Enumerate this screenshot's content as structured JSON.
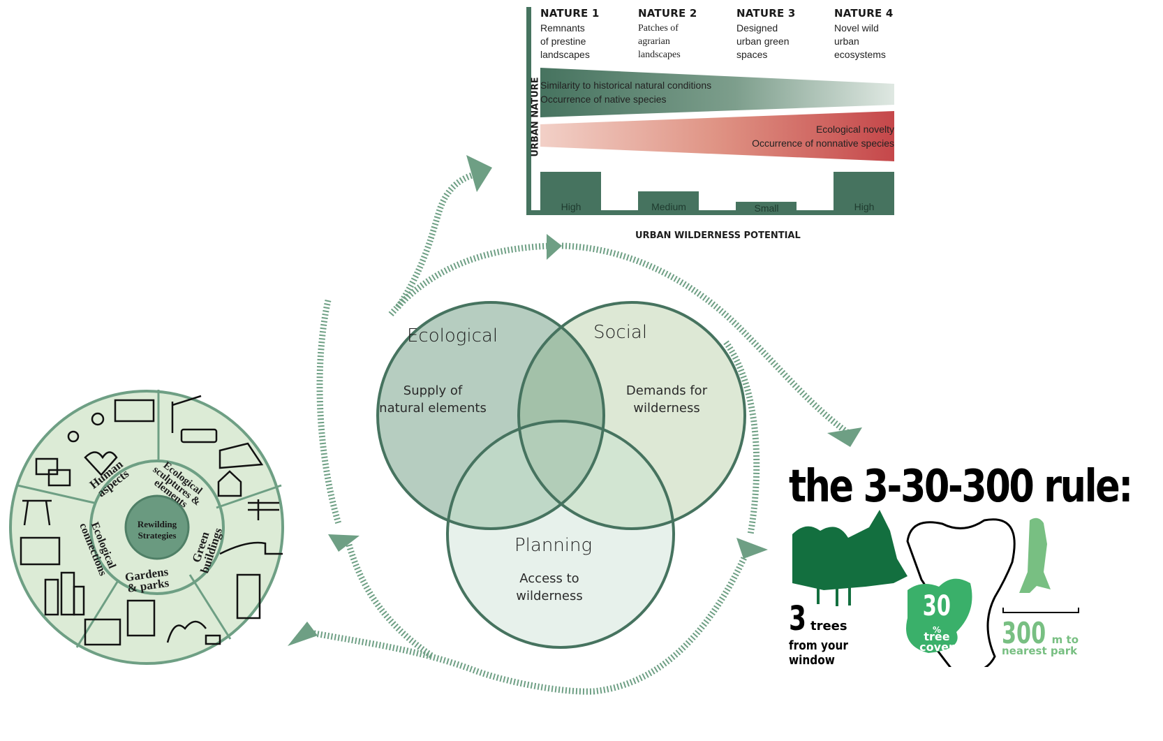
{
  "nature_chart": {
    "columns": [
      {
        "heading": "NATURE 1",
        "description": [
          "Remnants",
          "of prestine",
          "landscapes"
        ]
      },
      {
        "heading": "NATURE 2",
        "description": [
          "Patches of",
          "agrarian",
          "landscapes"
        ]
      },
      {
        "heading": "NATURE 3",
        "description": [
          "Designed",
          "urban green",
          "spaces"
        ]
      },
      {
        "heading": "NATURE 4",
        "description": [
          "Novel wild",
          "urban",
          "ecosystems"
        ]
      }
    ],
    "green_wedge": [
      "Similarity to historical natural conditions",
      "Occurrence of native species"
    ],
    "red_wedge": [
      "Ecological novelty",
      "Occurrence of nonnative species"
    ],
    "y_axis_label": "URBAN NATURE",
    "x_axis_label": "URBAN WILDERNESS POTENTIAL",
    "colors": {
      "green": "#46735f",
      "red": "#c5474a",
      "pink_light": "#f0c9c0"
    }
  },
  "chart_data": {
    "type": "bar",
    "title": "",
    "categories": [
      "NATURE 1",
      "NATURE 2",
      "NATURE 3",
      "NATURE 4"
    ],
    "values": [
      3,
      1.5,
      0.7,
      3
    ],
    "value_labels": [
      "High",
      "Medium",
      "Small",
      "High"
    ],
    "xlabel": "URBAN WILDERNESS POTENTIAL",
    "ylabel": "URBAN NATURE",
    "ylim": [
      0,
      3
    ],
    "grid": false
  },
  "venn": {
    "circles": [
      {
        "title": "Ecological",
        "subtitle": [
          "Supply of",
          "natural elements"
        ],
        "fill": "#b6cdc0"
      },
      {
        "title": "Social",
        "subtitle": [
          "Demands for",
          "wilderness"
        ],
        "fill": "#d9e6d0"
      },
      {
        "title": "Planning",
        "subtitle": [
          "Access to",
          "wilderness"
        ],
        "fill": "#e3efe7"
      }
    ],
    "stroke": "#46735f"
  },
  "wheel": {
    "center": [
      "Rewilding",
      "Strategies"
    ],
    "segments": [
      {
        "label": [
          "Human",
          "aspects"
        ],
        "icons": [
          "presentation-icon",
          "route-pins-icon",
          "heart-thumbs-up-icon",
          "chat-bubbles-icon"
        ]
      },
      {
        "label": [
          "Ecological",
          "sculptures &",
          "elements"
        ],
        "icons": [
          "street-lamp-icon",
          "bee-hotel-bench-icon",
          "bird-nest-roof-icon",
          "birdhouse-icon"
        ]
      },
      {
        "label": [
          "Green",
          "buildings"
        ],
        "icons": [
          "pipes-icon",
          "green-roof-slope-icon",
          "vertical-garden-icon"
        ]
      },
      {
        "label": [
          "Gardens",
          "& parks"
        ],
        "icons": [
          "fence-icon",
          "checklist-icon",
          "park-bench-trees-icon"
        ]
      },
      {
        "label": [
          "Ecological",
          "connections"
        ],
        "icons": [
          "overpass-icon",
          "map-icon",
          "green-city-icon"
        ]
      }
    ],
    "colors": {
      "bg": "#dcebd6",
      "line": "#6e9f84",
      "center": "#6a9a80"
    }
  },
  "rule": {
    "title": "the 3-30-300 rule:",
    "items": [
      {
        "number": "3",
        "unit": "trees",
        "text": [
          "from your",
          "window"
        ],
        "color": "#000000"
      },
      {
        "number": "30",
        "unit": "%",
        "text": [
          "tree",
          "cover"
        ],
        "color": "#ffffff"
      },
      {
        "number": "300",
        "unit": "m to",
        "text": [
          "nearest park"
        ],
        "color": "#78bf82"
      }
    ]
  },
  "arrows": {
    "color": "#6e9f84"
  }
}
